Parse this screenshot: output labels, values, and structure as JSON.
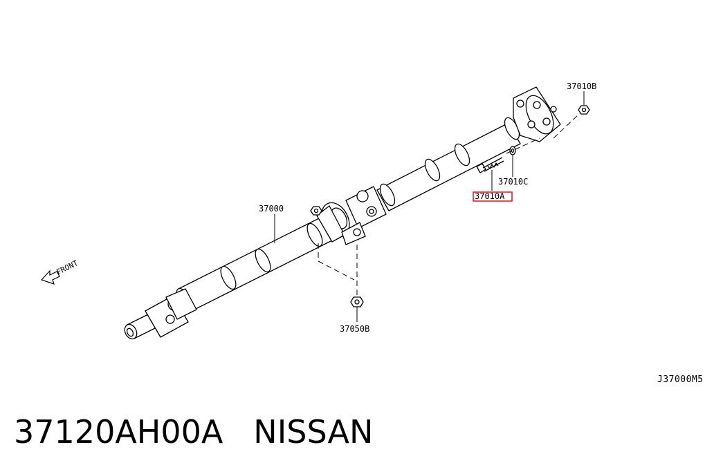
{
  "diagram": {
    "callouts": {
      "propeller_shaft": "37000",
      "nut_top": "37010B",
      "washer": "37010C",
      "bolt_highlighted": "37010A",
      "nut_bottom": "37050B"
    },
    "front_label": "FRONT",
    "reference_code": "J37000M5",
    "highlight_color": "#e0202a"
  },
  "caption": {
    "part_number": "37120AH00A",
    "brand": "NISSAN"
  }
}
